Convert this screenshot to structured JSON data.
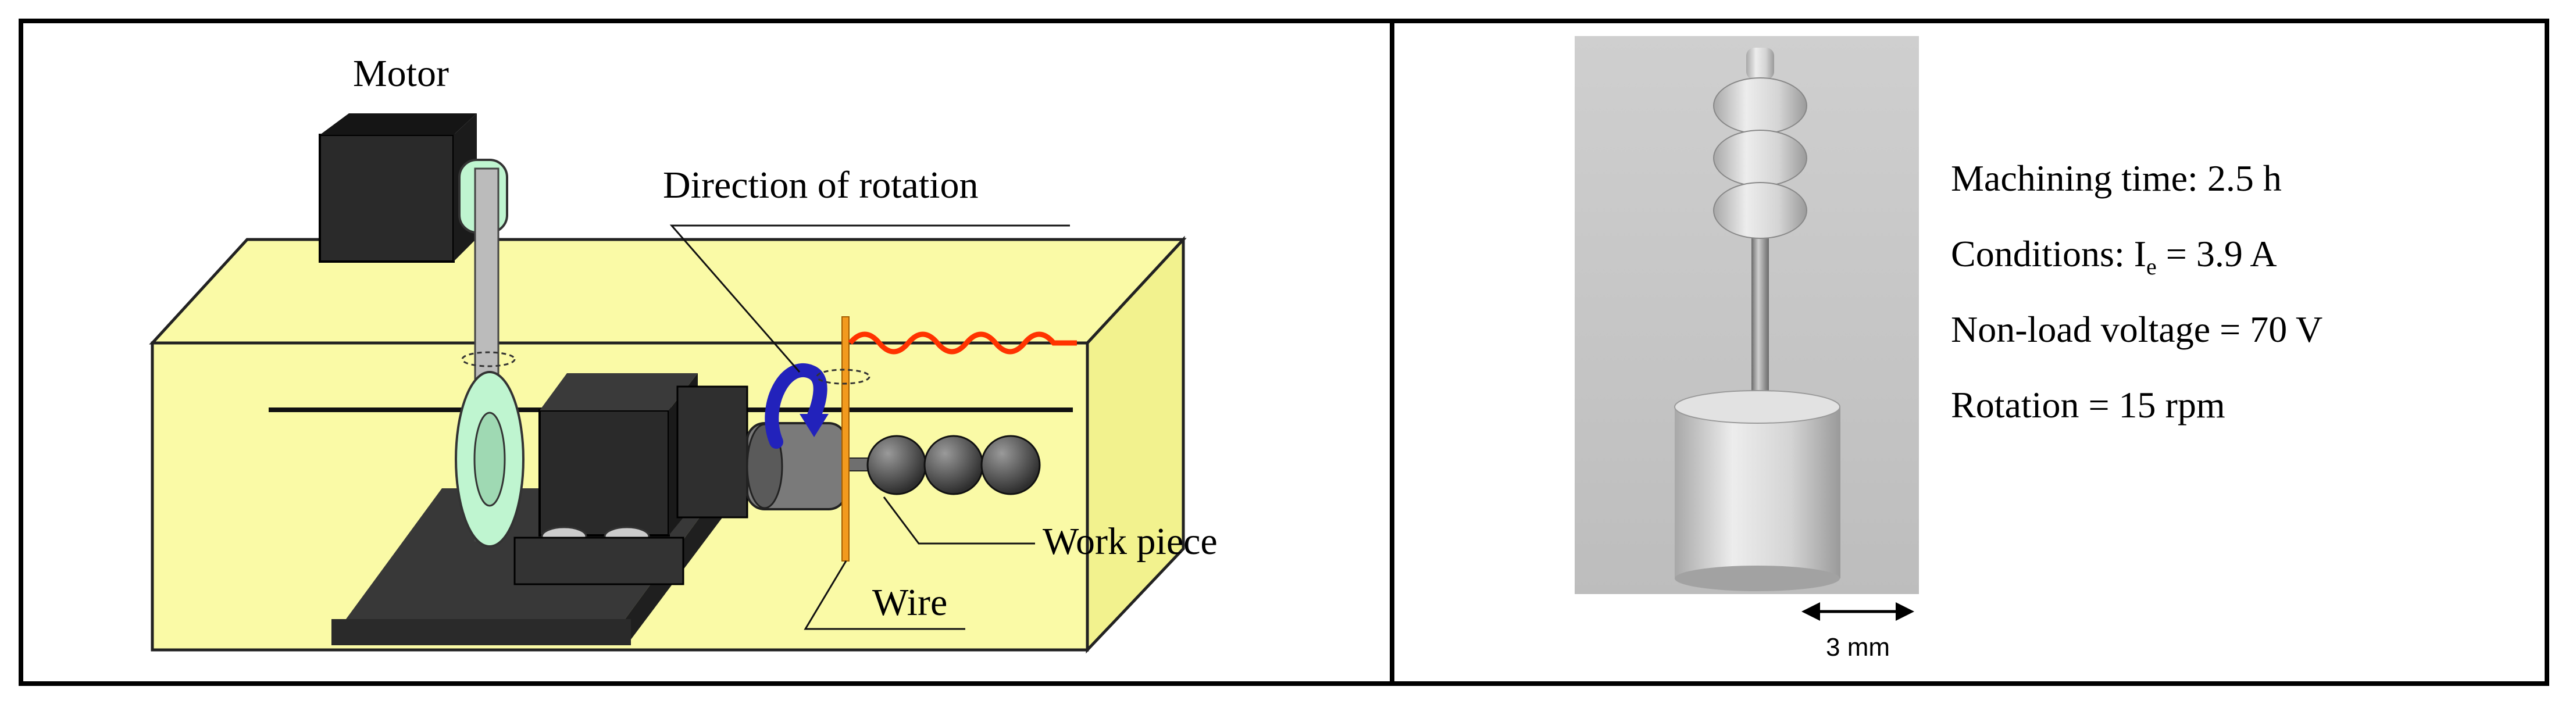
{
  "apparatus": {
    "labels": {
      "motor": "Motor",
      "direction": "Direction of rotation",
      "work_piece": "Work piece",
      "wire": "Wire"
    },
    "colors": {
      "tank": "#FAFAA6",
      "body_dark": "#2A2A2A",
      "belt": "#BBBBBB",
      "pulley": "#BFF5D0",
      "wire": "#F29A1E",
      "arrow": "#2222BB",
      "current_coil": "#FF3300"
    }
  },
  "sample": {
    "params": {
      "time": "Machining time: 2.5 h",
      "cond_prefix": "Conditions: I",
      "cond_sub": "e",
      "cond_suffix": " = 3.9 A",
      "voltage": "Non-load voltage = 70 V",
      "rotation": "Rotation = 15 rpm"
    },
    "scale": "3 mm"
  }
}
